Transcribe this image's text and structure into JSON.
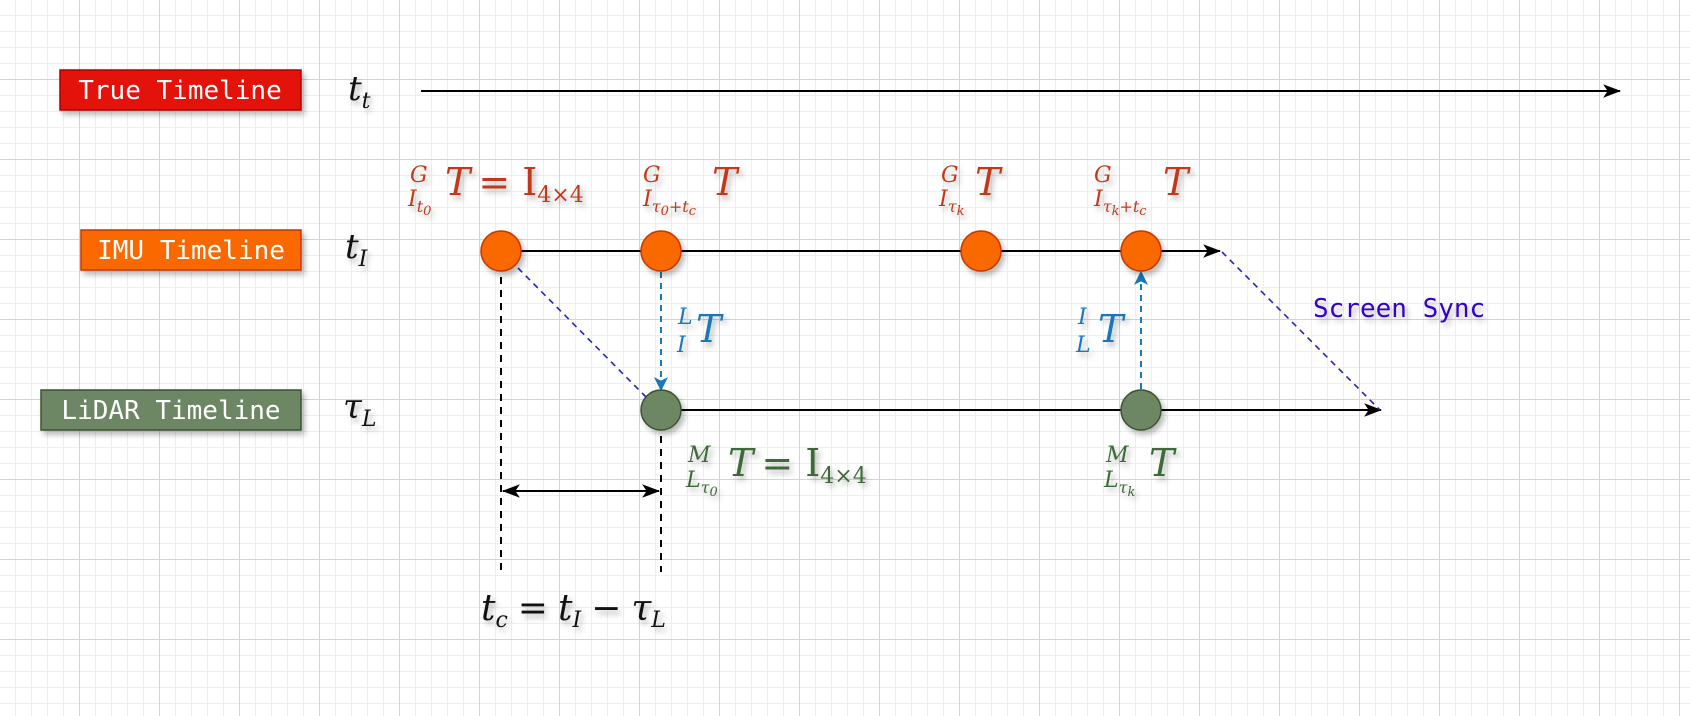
{
  "timelines": [
    {
      "label": "True Timeline",
      "color": "#e3120b"
    },
    {
      "label": "IMU Timeline",
      "color": "#fa6800"
    },
    {
      "label": "LiDAR Timeline",
      "color": "#6d8764"
    }
  ],
  "symbols": {
    "true": {
      "base": "t",
      "sub": "t"
    },
    "imu": {
      "base": "t",
      "sub": "I"
    },
    "lidar": {
      "base": "τ",
      "sub": "L"
    }
  },
  "poses": {
    "imu_0": {
      "sup": "G",
      "sub": "I",
      "subsub": "t",
      "subsubsub": "0",
      "rest": "= I",
      "rest_sub": "4×4"
    },
    "imu_1": {
      "sup": "G",
      "sub": "I",
      "subsub": "τ",
      "subsubsub": "0",
      "tail": "+t",
      "tail_sub": "c"
    },
    "imu_2": {
      "sup": "G",
      "sub": "I",
      "subsub": "τ",
      "subsubsub": "k"
    },
    "imu_3": {
      "sup": "G",
      "sub": "I",
      "subsub": "τ",
      "subsubsub": "k",
      "tail": "+t",
      "tail_sub": "c"
    },
    "lidar_0": {
      "sup": "M",
      "sub": "L",
      "subsub": "τ",
      "subsubsub": "0",
      "rest": "= I",
      "rest_sub": "4×4"
    },
    "lidar_1": {
      "sup": "M",
      "sub": "L",
      "subsub": "τ",
      "subsubsub": "k"
    }
  },
  "extrinsics": {
    "imu_to_lidar": {
      "sup": "L",
      "sub": "I"
    },
    "lidar_to_imu": {
      "sup": "I",
      "sub": "L"
    }
  },
  "offset_formula": {
    "lhs": "t",
    "lhs_sub": "c",
    "eq": "=",
    "a": "t",
    "a_sub": "I",
    "minus": "−",
    "b": "τ",
    "b_sub": "L"
  },
  "sync_label": "Screen Sync",
  "base_symbol": "T",
  "colors": {
    "imu_node": "#fa6800",
    "imu_node_border": "#c73500",
    "lidar_node": "#6d8764",
    "lidar_node_border": "#3a5431",
    "extrinsic_arrow": "#1878b8",
    "sync_dashed": "#2222cc"
  }
}
